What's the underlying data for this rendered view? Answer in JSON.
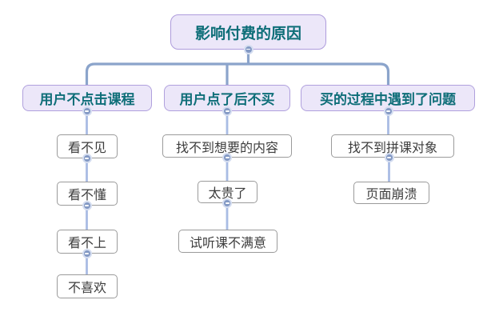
{
  "map": {
    "root": {
      "label": "影响付费的原因"
    },
    "branches": [
      {
        "label": "用户不点击课程",
        "children": [
          {
            "label": "看不见"
          },
          {
            "label": "看不懂"
          },
          {
            "label": "看不上"
          },
          {
            "label": "不喜欢"
          }
        ]
      },
      {
        "label": "用户点了后不买",
        "children": [
          {
            "label": "找不到想要的内容"
          },
          {
            "label": "太贵了"
          },
          {
            "label": "试听课不满意"
          }
        ]
      },
      {
        "label": "买的过程中遇到了问题",
        "children": [
          {
            "label": "找不到拼课对象"
          },
          {
            "label": "页面崩溃"
          }
        ]
      }
    ]
  },
  "icons": {
    "collapse": "minus-icon"
  },
  "colors": {
    "topic_fill": "#ece7f9",
    "topic_border": "#ae9cdc",
    "topic_text": "#0e6e78",
    "child_fill": "#ffffff",
    "child_border": "#9b9b9b",
    "child_text": "#3d3d3d",
    "branch_line": "#8ba4cb",
    "child_line": "#a9bce4",
    "collapse_button_fill": "#8399c4",
    "collapse_button_ring": "#d4ddf0"
  }
}
